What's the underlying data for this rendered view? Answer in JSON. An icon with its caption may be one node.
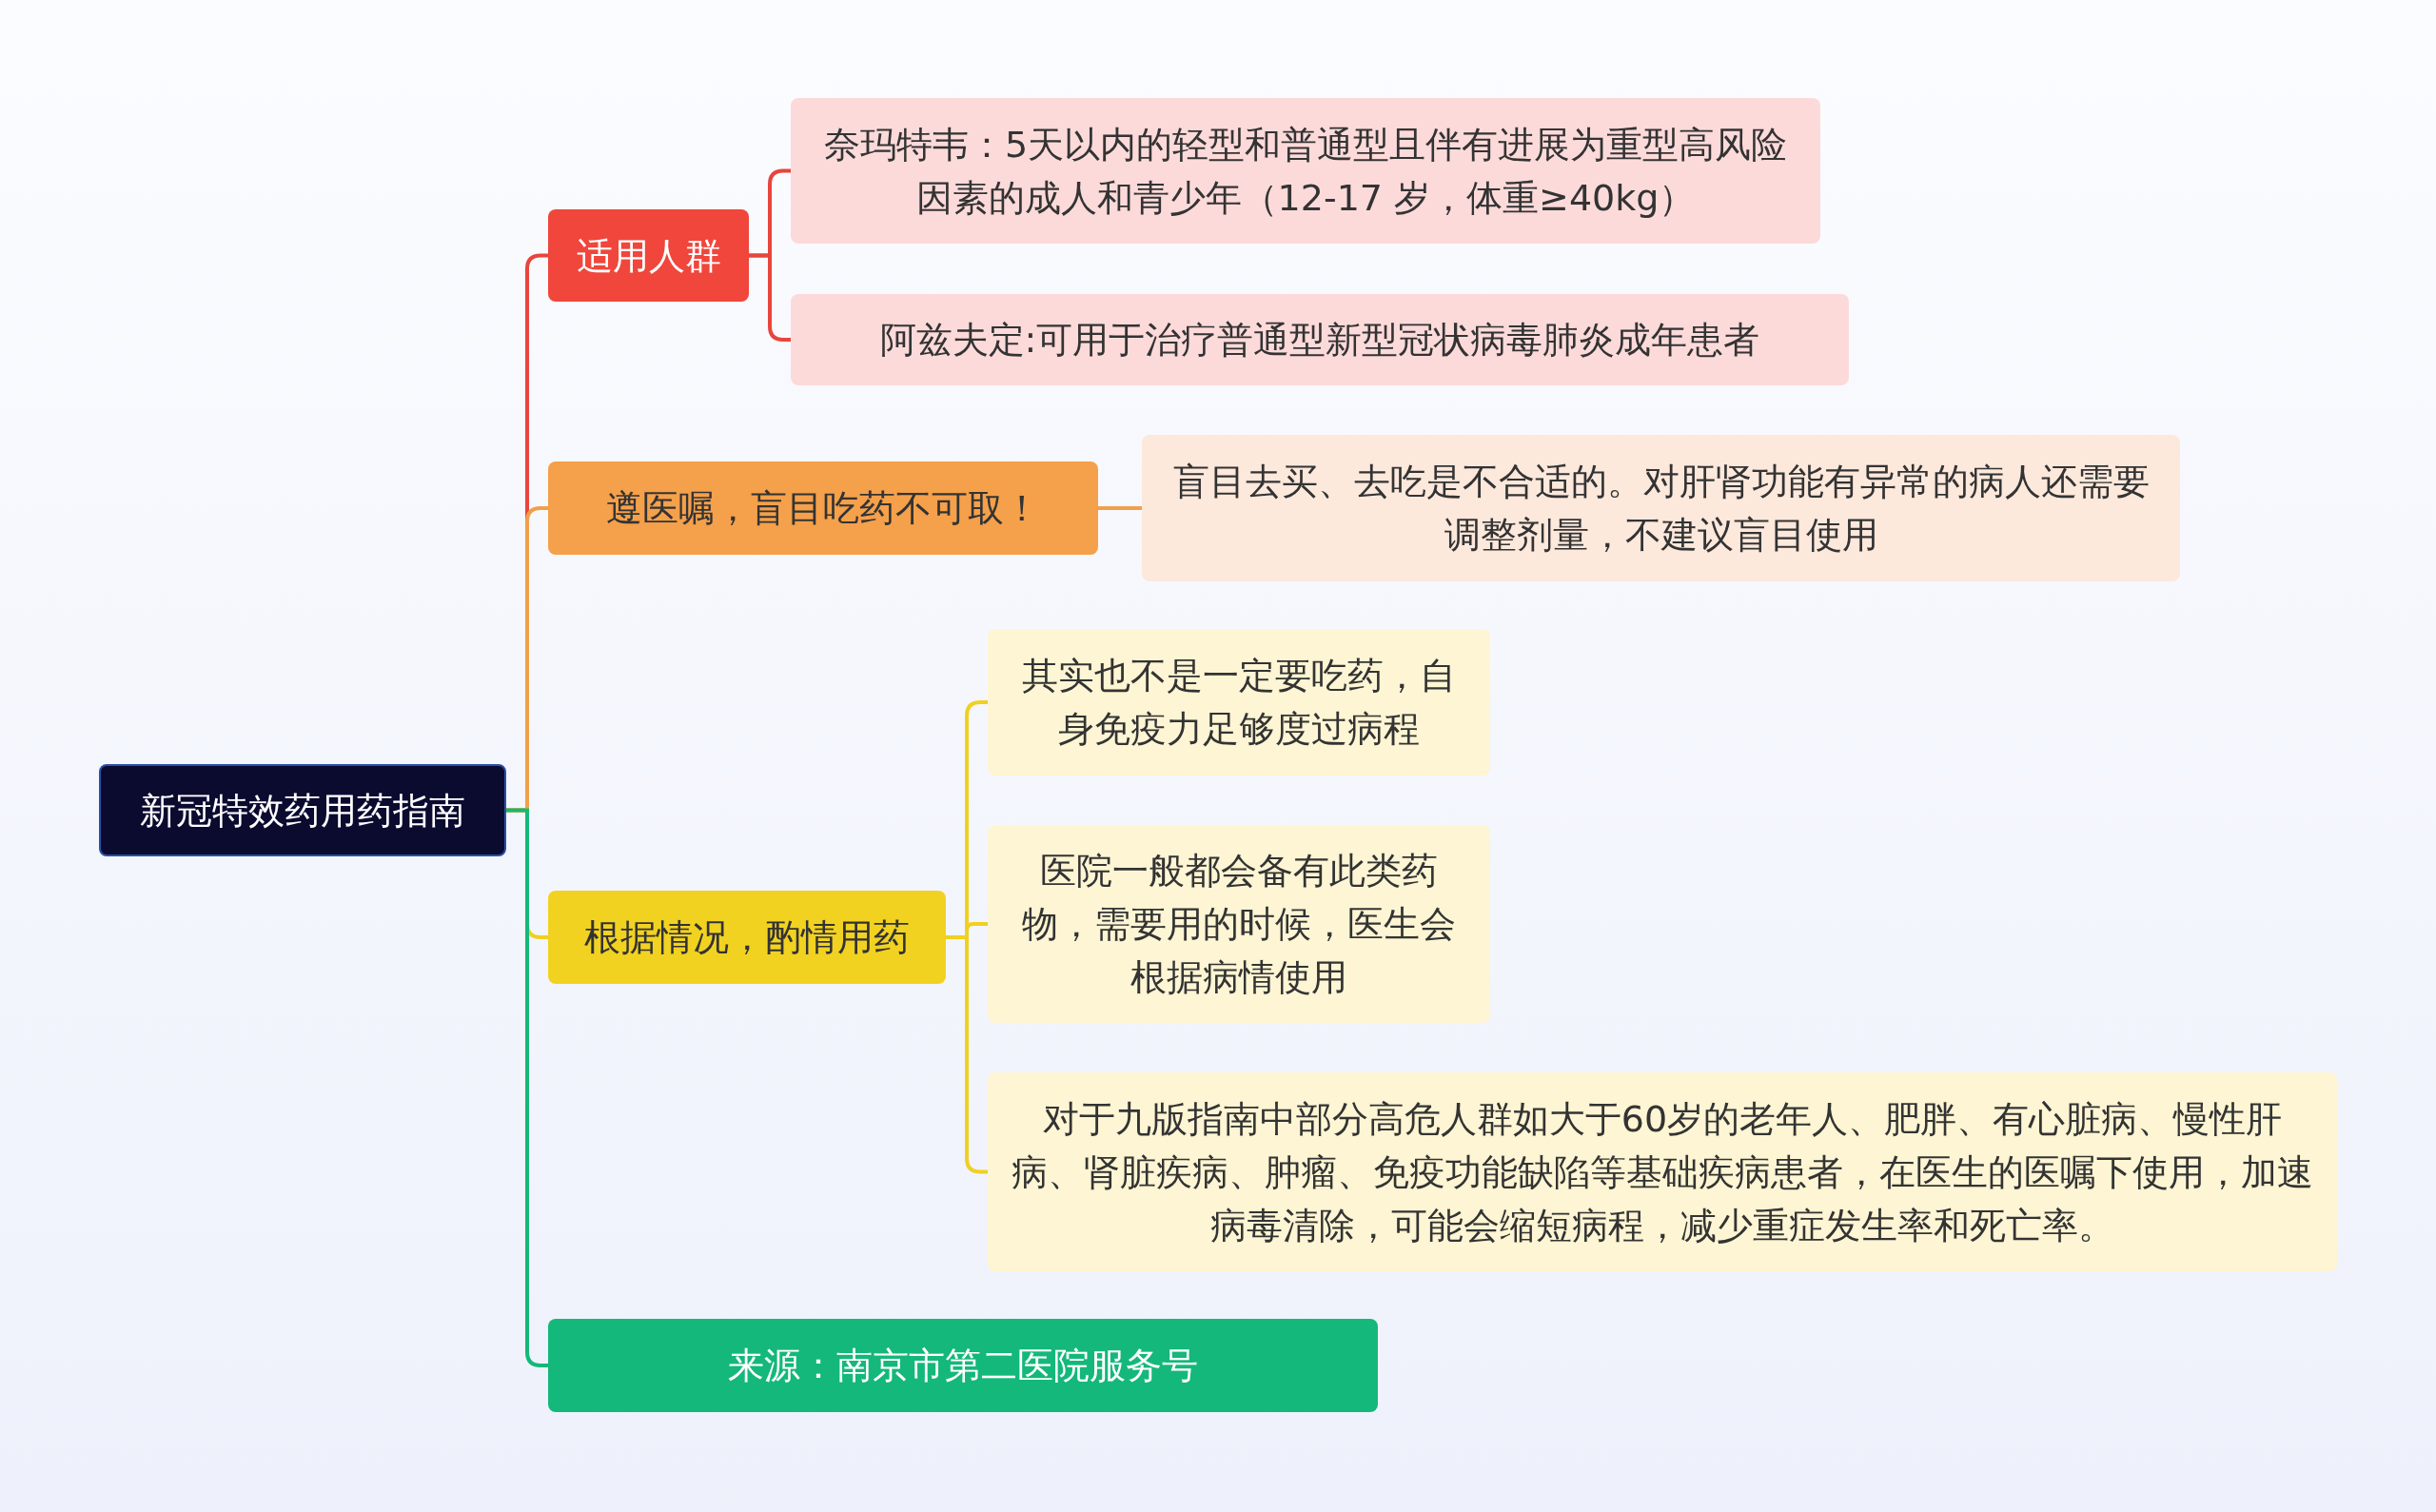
{
  "diagram": {
    "nodes": [
      {
        "text": [
          "新冠特效药用药指南"
        ]
      },
      {
        "text": [
          "适用人群"
        ]
      },
      {
        "text": [
          "奈玛特韦：5天以内的轻型和普通型且伴有进展为重型高风险因素的成人和青少年（12-17 岁，体重≥40kg）"
        ]
      },
      {
        "text": [
          "阿兹夫定:可用于治疗普通型新型冠状病毒肺炎成年患者"
        ]
      },
      {
        "text": [
          "遵医嘱，盲目吃药不可取！"
        ]
      },
      {
        "text": [
          "盲目去买、去吃是不合适的。对肝肾功能有异常的病人还需要调整剂量，不建议盲目使用"
        ]
      },
      {
        "text": [
          "根据情况，酌情用药"
        ]
      },
      {
        "text": [
          "其实也不是一定要吃药，自身免疫力足够度过病程"
        ]
      },
      {
        "text": [
          "医院一般都会备有此类药物，需要用的时候，医生会根据病情使用"
        ]
      },
      {
        "text": [
          "对于九版指南中部分高危人群如大于60岁的老年人、肥胖、有心脏病、慢性肝病、肾脏疾病、肿瘤、免疫功能缺陷等基础疾病患者，在医生的医嘱下使用，加速病毒清除，可能会缩短病程，减少重症发生率和死亡率。"
        ]
      },
      {
        "text": [
          "来源：南京市第二医院服务号"
        ]
      }
    ],
    "edges": [
      {
        "from": 0,
        "to": 1,
        "arrow": "none",
        "color": "#e8453c"
      },
      {
        "from": 0,
        "to": 4,
        "arrow": "none",
        "color": "#f0a04b"
      },
      {
        "from": 0,
        "to": 6,
        "arrow": "none",
        "color": "#f0d020"
      },
      {
        "from": 0,
        "to": 10,
        "arrow": "none",
        "color": "#14b87a"
      },
      {
        "from": 1,
        "to": 2,
        "arrow": "none",
        "color": "#e8453c"
      },
      {
        "from": 1,
        "to": 3,
        "arrow": "none",
        "color": "#e8453c"
      },
      {
        "from": 4,
        "to": 5,
        "arrow": "none",
        "color": "#f0a04b"
      },
      {
        "from": 6,
        "to": 7,
        "arrow": "none",
        "color": "#f0d020"
      },
      {
        "from": 6,
        "to": 8,
        "arrow": "none",
        "color": "#f0d020"
      },
      {
        "from": 6,
        "to": 9,
        "arrow": "none",
        "color": "#f0d020"
      }
    ]
  }
}
